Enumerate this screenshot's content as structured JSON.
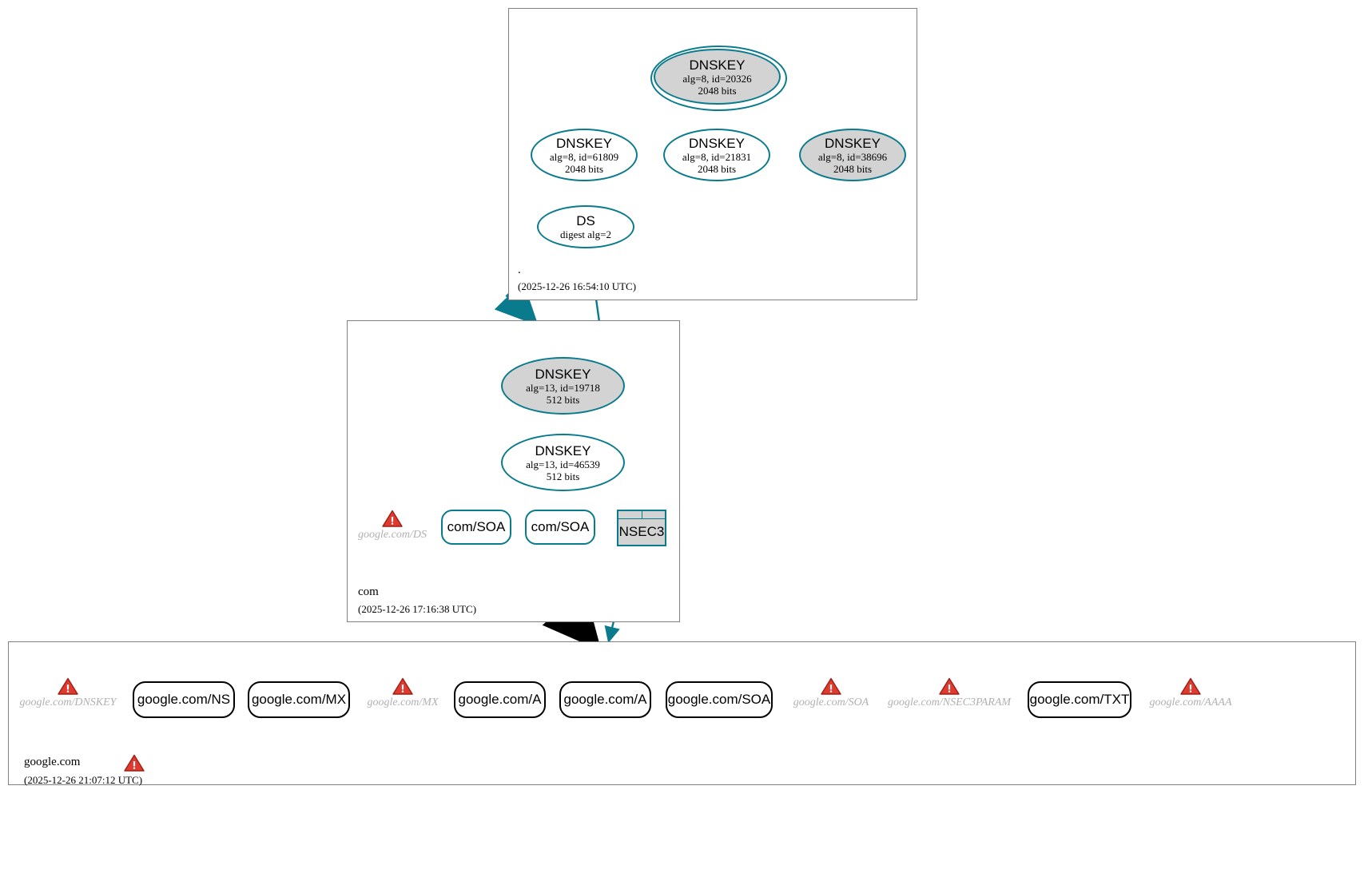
{
  "diagram": {
    "kind": "dnssec-authentication-chain",
    "accent_color": "#0a7b8c",
    "warning_color": "#d32f2f",
    "secure_fill": "#d3d3d3",
    "box_border": "#808080"
  },
  "zones": [
    {
      "name": "root",
      "footer_label": ".",
      "footer_date": "(2025-12-26 16:54:10 UTC)",
      "nodes": [
        {
          "id": "root-ksk-20326",
          "type": "DNSKEY",
          "title": "DNSKEY",
          "line2": "alg=8, id=20326",
          "line3": "2048 bits",
          "fill": "secure",
          "double_ring": true,
          "self_sign": true
        },
        {
          "id": "root-zsk-61809",
          "type": "DNSKEY",
          "title": "DNSKEY",
          "line2": "alg=8, id=61809",
          "line3": "2048 bits",
          "fill": "white",
          "double_ring": false,
          "self_sign": false
        },
        {
          "id": "root-zsk-21831",
          "type": "DNSKEY",
          "title": "DNSKEY",
          "line2": "alg=8, id=21831",
          "line3": "2048 bits",
          "fill": "white",
          "double_ring": false,
          "self_sign": false
        },
        {
          "id": "root-zsk-38696",
          "type": "DNSKEY",
          "title": "DNSKEY",
          "line2": "alg=8, id=38696",
          "line3": "2048 bits",
          "fill": "secure",
          "double_ring": false,
          "self_sign": false
        },
        {
          "id": "root-ds",
          "type": "DS",
          "title": "DS",
          "line2": "digest alg=2",
          "line3": "",
          "fill": "white",
          "double_ring": false,
          "self_sign": false
        }
      ]
    },
    {
      "name": "com",
      "footer_label": "com",
      "footer_date": "(2025-12-26 17:16:38 UTC)",
      "nodes": [
        {
          "id": "com-ksk-19718",
          "type": "DNSKEY",
          "title": "DNSKEY",
          "line2": "alg=13, id=19718",
          "line3": "512 bits",
          "fill": "secure",
          "double_ring": false,
          "self_sign": true
        },
        {
          "id": "com-zsk-46539",
          "type": "DNSKEY",
          "title": "DNSKEY",
          "line2": "alg=13, id=46539",
          "line3": "512 bits",
          "fill": "white",
          "double_ring": false,
          "self_sign": false
        }
      ],
      "rrsets": [
        {
          "id": "com-soa-1",
          "label": "com/SOA",
          "style": "teal"
        },
        {
          "id": "com-soa-2",
          "label": "com/SOA",
          "style": "teal"
        }
      ],
      "nsec": {
        "id": "com-nsec3",
        "label": "NSEC3"
      },
      "warnings": [
        {
          "id": "warn-google-ds",
          "label": "google.com/DS"
        }
      ]
    },
    {
      "name": "google.com",
      "footer_label": "google.com",
      "footer_date": "(2025-12-26 21:07:12 UTC)",
      "footer_has_warning_icon": true,
      "items": [
        {
          "kind": "warning",
          "label": "google.com/DNSKEY"
        },
        {
          "kind": "rrset",
          "label": "google.com/NS"
        },
        {
          "kind": "rrset",
          "label": "google.com/MX"
        },
        {
          "kind": "warning",
          "label": "google.com/MX"
        },
        {
          "kind": "rrset",
          "label": "google.com/A"
        },
        {
          "kind": "rrset",
          "label": "google.com/A"
        },
        {
          "kind": "rrset",
          "label": "google.com/SOA"
        },
        {
          "kind": "warning",
          "label": "google.com/SOA"
        },
        {
          "kind": "warning",
          "label": "google.com/NSEC3PARAM"
        },
        {
          "kind": "rrset",
          "label": "google.com/TXT"
        },
        {
          "kind": "warning",
          "label": "google.com/AAAA"
        }
      ]
    }
  ]
}
